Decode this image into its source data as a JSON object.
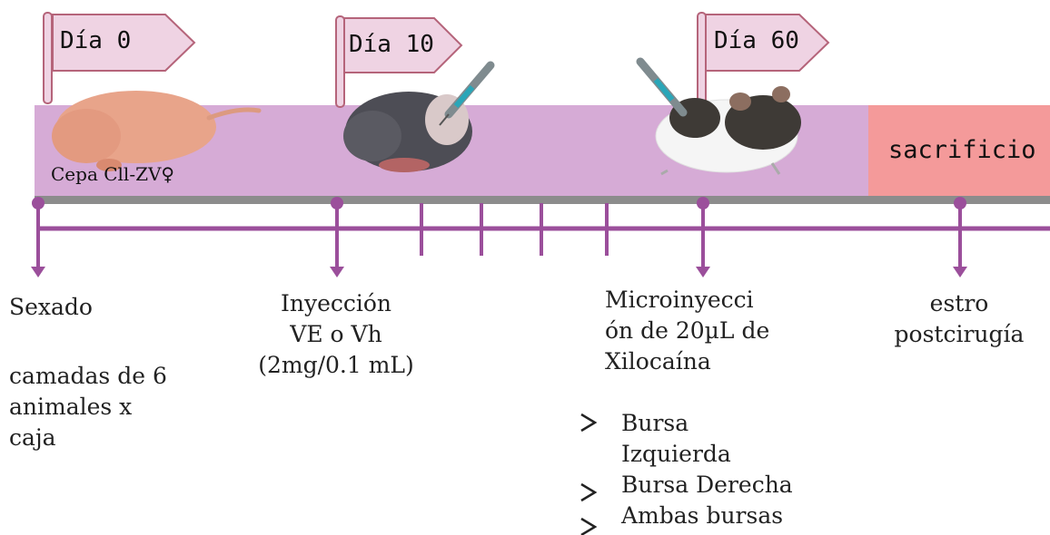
{
  "flags": [
    {
      "label": "Día 0"
    },
    {
      "label": "Día 10"
    },
    {
      "label": "Día 60"
    }
  ],
  "band": {
    "strain_label": "Cepa Cll-ZV♀",
    "end_label": "sacrificio"
  },
  "events": {
    "sexado": {
      "title": "Sexado",
      "detail_lines": [
        "camadas de 6",
        "animales x",
        "caja"
      ]
    },
    "inyeccion": {
      "lines": [
        "Inyección",
        "VE o Vh",
        "(2mg/0.1 mL)"
      ]
    },
    "microinyeccion": {
      "lines": [
        "Microinyecci",
        "ón de 20µL de",
        "Xilocaína"
      ],
      "bullets": [
        {
          "lines": [
            "Bursa",
            "Izquierda"
          ]
        },
        {
          "lines": [
            "Bursa Derecha"
          ]
        },
        {
          "lines": [
            "Ambas bursas"
          ]
        }
      ]
    },
    "estro": {
      "lines": [
        "estro",
        "postcirugía"
      ]
    }
  },
  "colors": {
    "band": "#d6abd6",
    "band_end": "#f49a9a",
    "timeline": "#9b4f9b",
    "flag_fill": "#efd3e3",
    "flag_stroke": "#b5647a"
  }
}
